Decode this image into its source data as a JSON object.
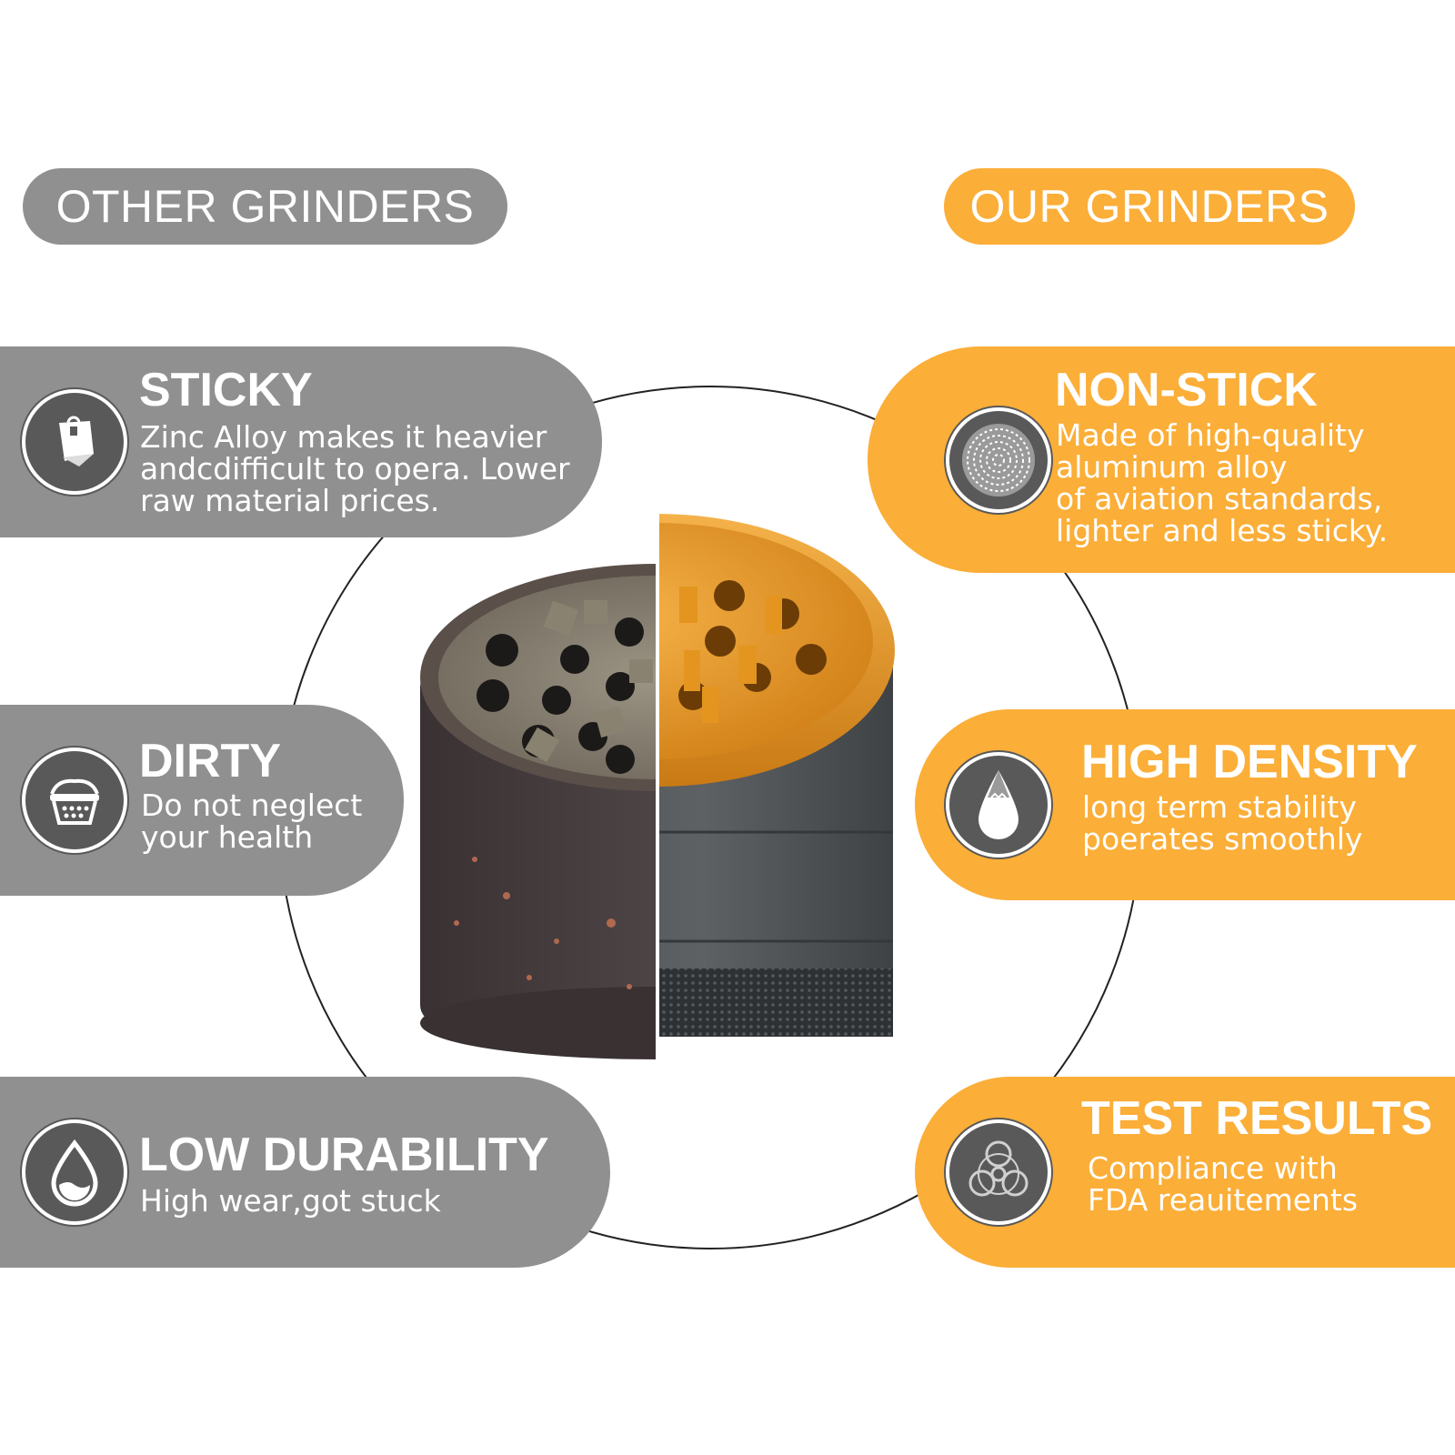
{
  "headers": {
    "other": "OTHER GRINDERS",
    "ours": "OUR GRINDERS"
  },
  "other_features": [
    {
      "title": "STICKY",
      "description": "Zinc Alloy makes it heavier\nandcdifficult to opera. Lower\nraw material prices.",
      "icon": "sticky-note-icon"
    },
    {
      "title": "DIRTY",
      "description": "Do not neglect\nyour health",
      "icon": "basket-icon"
    },
    {
      "title": "LOW DURABILITY",
      "description": "High wear,got stuck",
      "icon": "water-drop-icon"
    }
  ],
  "our_features": [
    {
      "title": "NON-STICK",
      "description": "Made of high-quality\naluminum alloy\nof aviation standards,\nlighter and less sticky.",
      "icon": "grinder-teeth-icon"
    },
    {
      "title": "HIGH DENSITY",
      "description": "long term stability\npoerates smoothly",
      "icon": "density-drop-icon"
    },
    {
      "title": "TEST RESULTS",
      "description": "Compliance with\nFDA reauitements",
      "icon": "biohazard-icon"
    }
  ],
  "colors": {
    "gray": "#909090",
    "orange": "#FBAE38",
    "icon_bg": "#595959"
  }
}
